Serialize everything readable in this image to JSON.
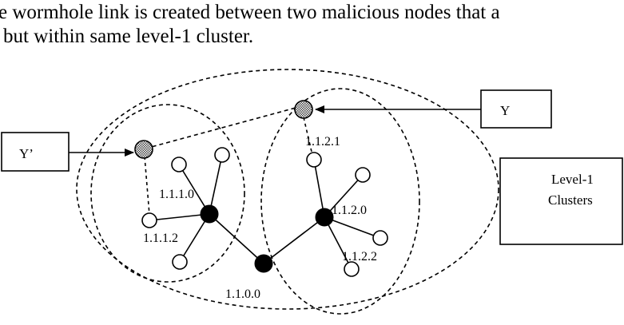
{
  "caption": {
    "line1": "e wormhole link is created between two malicious nodes that a",
    "line2": "but within same level-1 cluster."
  },
  "boxes": {
    "y_prime": "Y’",
    "y": "Y",
    "legend_line1": "Level-1",
    "legend_line2": "Clusters"
  },
  "node_labels": {
    "n1110": "1.1.1.0",
    "n1112": "1.1.1.2",
    "n1100": "1.1.0.0",
    "n1120": "1.1.2.0",
    "n1121": "1.1.2.1",
    "n1122": "1.1.2.2"
  },
  "colors": {
    "line": "#000000",
    "open_node_fill": "#ffffff",
    "cluster_head_fill": "#000000",
    "malicious_node_fill": "#9a9a9a"
  }
}
